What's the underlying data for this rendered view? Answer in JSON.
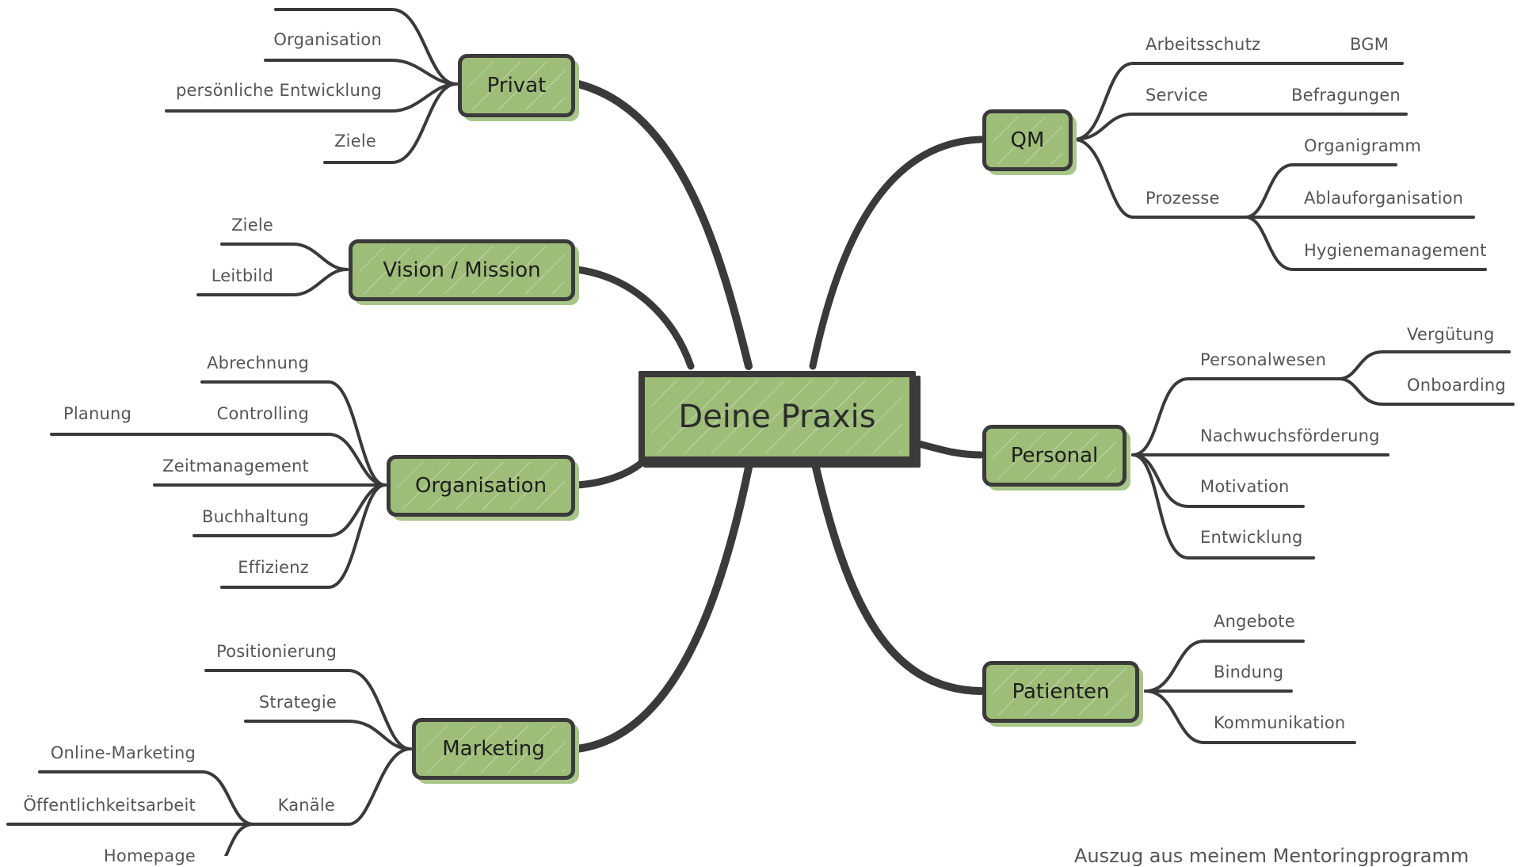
{
  "title": "Deine Praxis",
  "colors": {
    "node_fill": "#9dbd78",
    "stroke": "#3a3a3a",
    "text": "#555555"
  },
  "center": {
    "label": "Deine Praxis"
  },
  "branches": {
    "privat": {
      "label": "Privat",
      "children": [
        "",
        "Organisation",
        "persönliche Entwicklung",
        "Ziele"
      ]
    },
    "vision": {
      "label": "Vision / Mission",
      "children": [
        "Ziele",
        "Leitbild"
      ]
    },
    "organisation": {
      "label": "Organisation",
      "children": [
        "Abrechnung",
        "Controlling",
        "Zeitmanagement",
        "Buchhaltung",
        "Effizienz"
      ],
      "controlling_children": [
        "Planung"
      ]
    },
    "marketing": {
      "label": "Marketing",
      "children": [
        "Positionierung",
        "Strategie",
        "Kanäle"
      ],
      "kanaele_children": [
        "Online-Marketing",
        "Öffentlichkeitsarbeit",
        "Homepage"
      ]
    },
    "qm": {
      "label": "QM",
      "children": [
        "Arbeitsschutz",
        "Service",
        "Prozesse"
      ],
      "arbeitsschutz_children": [
        "BGM"
      ],
      "service_children": [
        "Befragungen"
      ],
      "prozesse_children": [
        "Organigramm",
        "Ablauforganisation",
        "Hygienemanagement"
      ]
    },
    "personal": {
      "label": "Personal",
      "children": [
        "Personalwesen",
        "Nachwuchsförderung",
        "Motivation",
        "Entwicklung"
      ],
      "personalwesen_children": [
        "Vergütung",
        "Onboarding"
      ]
    },
    "patienten": {
      "label": "Patienten",
      "children": [
        "Angebote",
        "Bindung",
        "Kommunikation"
      ]
    }
  },
  "caption": "Auszug aus meinem Mentoringprogramm"
}
